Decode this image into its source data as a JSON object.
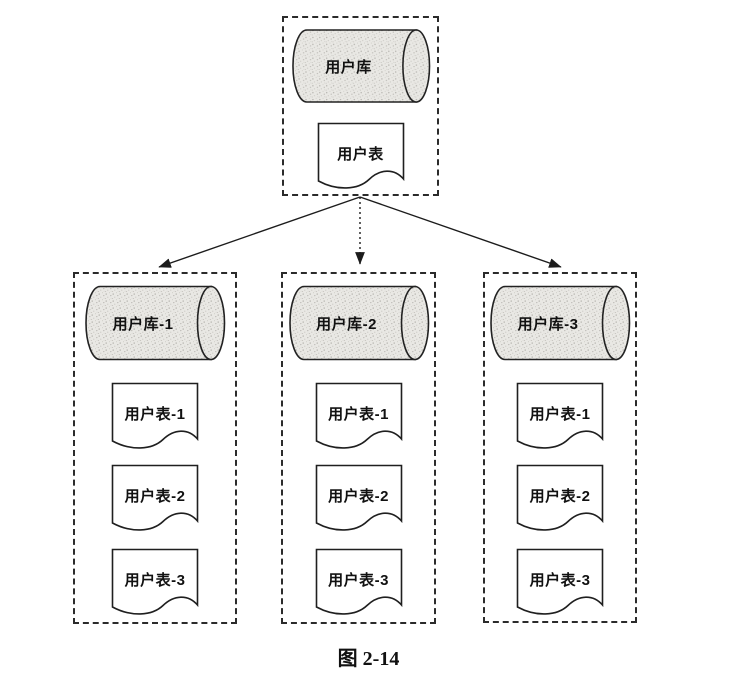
{
  "figure": {
    "caption": "图 2-14"
  },
  "diagram": {
    "root": {
      "database_label": "用户库",
      "table_label": "用户表"
    },
    "shards": [
      {
        "database_label": "用户库-1",
        "tables": [
          "用户表-1",
          "用户表-2",
          "用户表-3"
        ]
      },
      {
        "database_label": "用户库-2",
        "tables": [
          "用户表-1",
          "用户表-2",
          "用户表-3"
        ]
      },
      {
        "database_label": "用户库-3",
        "tables": [
          "用户表-1",
          "用户表-2",
          "用户表-3"
        ]
      }
    ]
  },
  "colors": {
    "outline": "#222222",
    "dashed_border": "#2b2b2b",
    "cylinder_fill_base": "#e9e8e4",
    "speckle_dot": "#b8b6b1",
    "background": "#ffffff",
    "text": "#111111"
  }
}
